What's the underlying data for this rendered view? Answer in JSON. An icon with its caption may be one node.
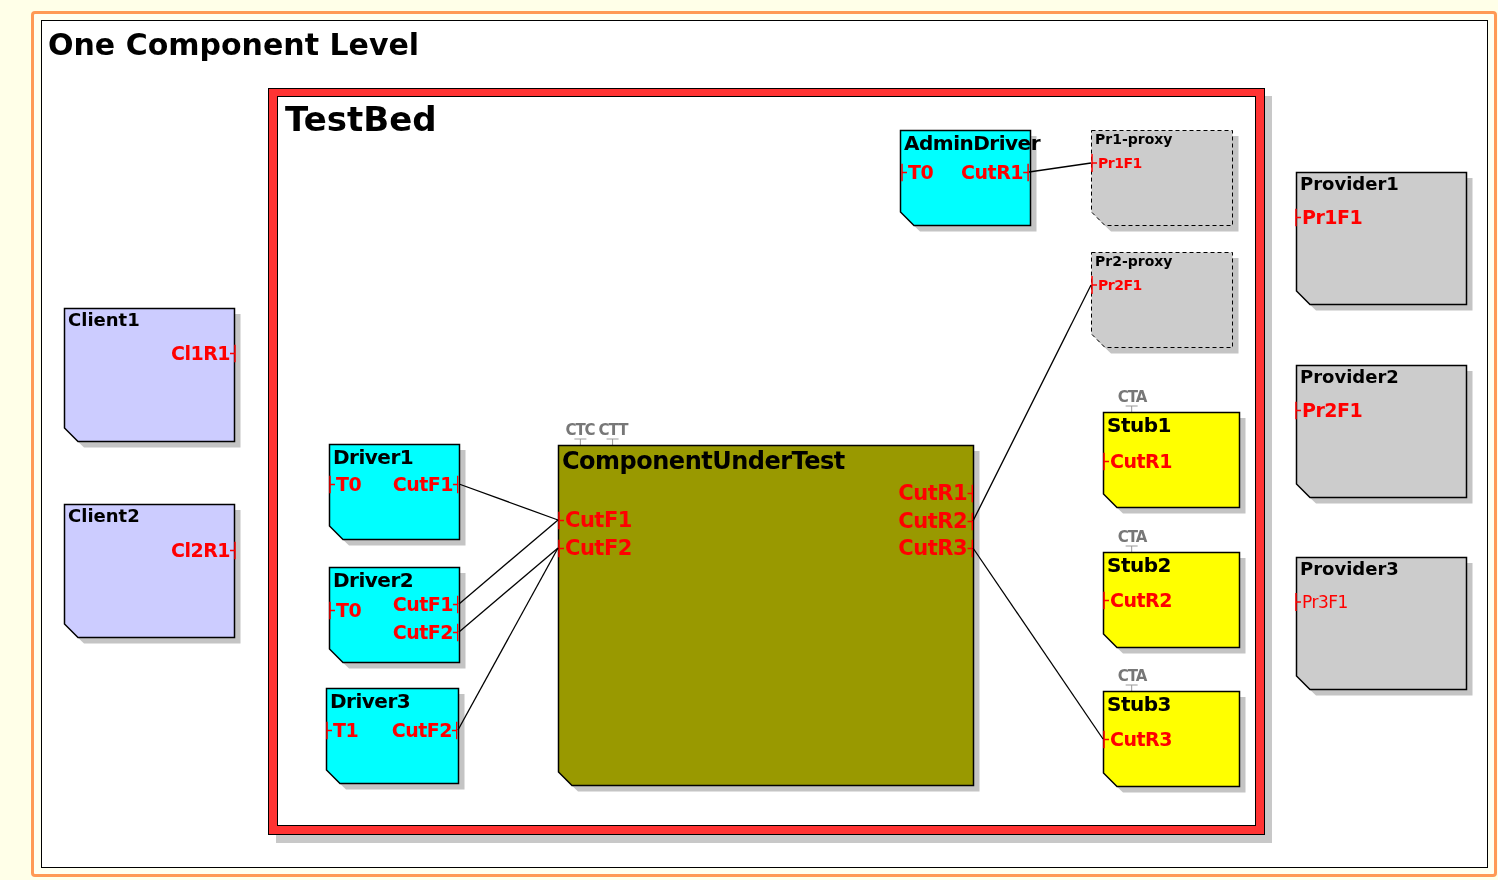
{
  "diagram": {
    "title": "One Component Level",
    "nodes": [
      {
        "text": [
          "TestBed"
        ]
      },
      {
        "text": [
          "AdminDriver"
        ],
        "in": 0
      },
      {
        "text": [
          "T0"
        ],
        "in": 1
      },
      {
        "text": [
          "CutR1"
        ],
        "in": 1
      },
      {
        "text": [
          "Pr1-proxy"
        ],
        "in": 0
      },
      {
        "text": [
          "Pr1F1"
        ],
        "in": 4
      },
      {
        "text": [
          "Pr2-proxy"
        ],
        "in": 0
      },
      {
        "text": [
          "Pr2F1"
        ],
        "in": 6
      },
      {
        "text": [
          "Driver1"
        ],
        "in": 0
      },
      {
        "text": [
          "T0"
        ],
        "in": 8
      },
      {
        "text": [
          "CutF1"
        ],
        "in": 8
      },
      {
        "text": [
          "Driver2"
        ],
        "in": 0
      },
      {
        "text": [
          "T0"
        ],
        "in": 11
      },
      {
        "text": [
          "CutF1"
        ],
        "in": 11
      },
      {
        "text": [
          "CutF2"
        ],
        "in": 11
      },
      {
        "text": [
          "Driver3"
        ],
        "in": 0
      },
      {
        "text": [
          "T1"
        ],
        "in": 15
      },
      {
        "text": [
          "CutF2"
        ],
        "in": 15
      },
      {
        "text": [
          "CTC"
        ],
        "in": 0
      },
      {
        "text": [
          "CTT"
        ],
        "in": 0
      },
      {
        "text": [
          "ComponentUnderTest"
        ],
        "in": 0
      },
      {
        "text": [
          "CutF1"
        ],
        "in": 20
      },
      {
        "text": [
          "CutF2"
        ],
        "in": 20
      },
      {
        "text": [
          "CutR1"
        ],
        "in": 20
      },
      {
        "text": [
          "CutR2"
        ],
        "in": 20
      },
      {
        "text": [
          "CutR3"
        ],
        "in": 20
      },
      {
        "text": [
          "CTA"
        ],
        "in": 0
      },
      {
        "text": [
          "Stub1"
        ],
        "in": 0
      },
      {
        "text": [
          "CutR1"
        ],
        "in": 27
      },
      {
        "text": [
          "CTA"
        ],
        "in": 0
      },
      {
        "text": [
          "Stub2"
        ],
        "in": 0
      },
      {
        "text": [
          "CutR2"
        ],
        "in": 30
      },
      {
        "text": [
          "CTA"
        ],
        "in": 0
      },
      {
        "text": [
          "Stub3"
        ],
        "in": 0
      },
      {
        "text": [
          "CutR3"
        ],
        "in": 33
      },
      {
        "text": [
          "Client1"
        ]
      },
      {
        "text": [
          "Cl1R1"
        ],
        "in": 35
      },
      {
        "text": [
          "Client2"
        ]
      },
      {
        "text": [
          "Cl2R1"
        ],
        "in": 37
      },
      {
        "text": [
          "Provider1"
        ]
      },
      {
        "text": [
          "Pr1F1"
        ],
        "in": 39
      },
      {
        "text": [
          "Provider2"
        ]
      },
      {
        "text": [
          "Pr2F1"
        ],
        "in": 41
      },
      {
        "text": [
          "Provider3"
        ]
      },
      {
        "text": [
          "Pr3F1"
        ],
        "in": 43
      }
    ],
    "edges": [
      {
        "from": 3,
        "to": 5,
        "arrow": "none"
      },
      {
        "from": 10,
        "to": 21,
        "arrow": "none"
      },
      {
        "from": 13,
        "to": 21,
        "arrow": "none"
      },
      {
        "from": 14,
        "to": 22,
        "arrow": "none"
      },
      {
        "from": 17,
        "to": 22,
        "arrow": "none"
      },
      {
        "from": 24,
        "to": 7,
        "arrow": "none"
      },
      {
        "from": 25,
        "to": 34,
        "arrow": "none"
      }
    ]
  }
}
